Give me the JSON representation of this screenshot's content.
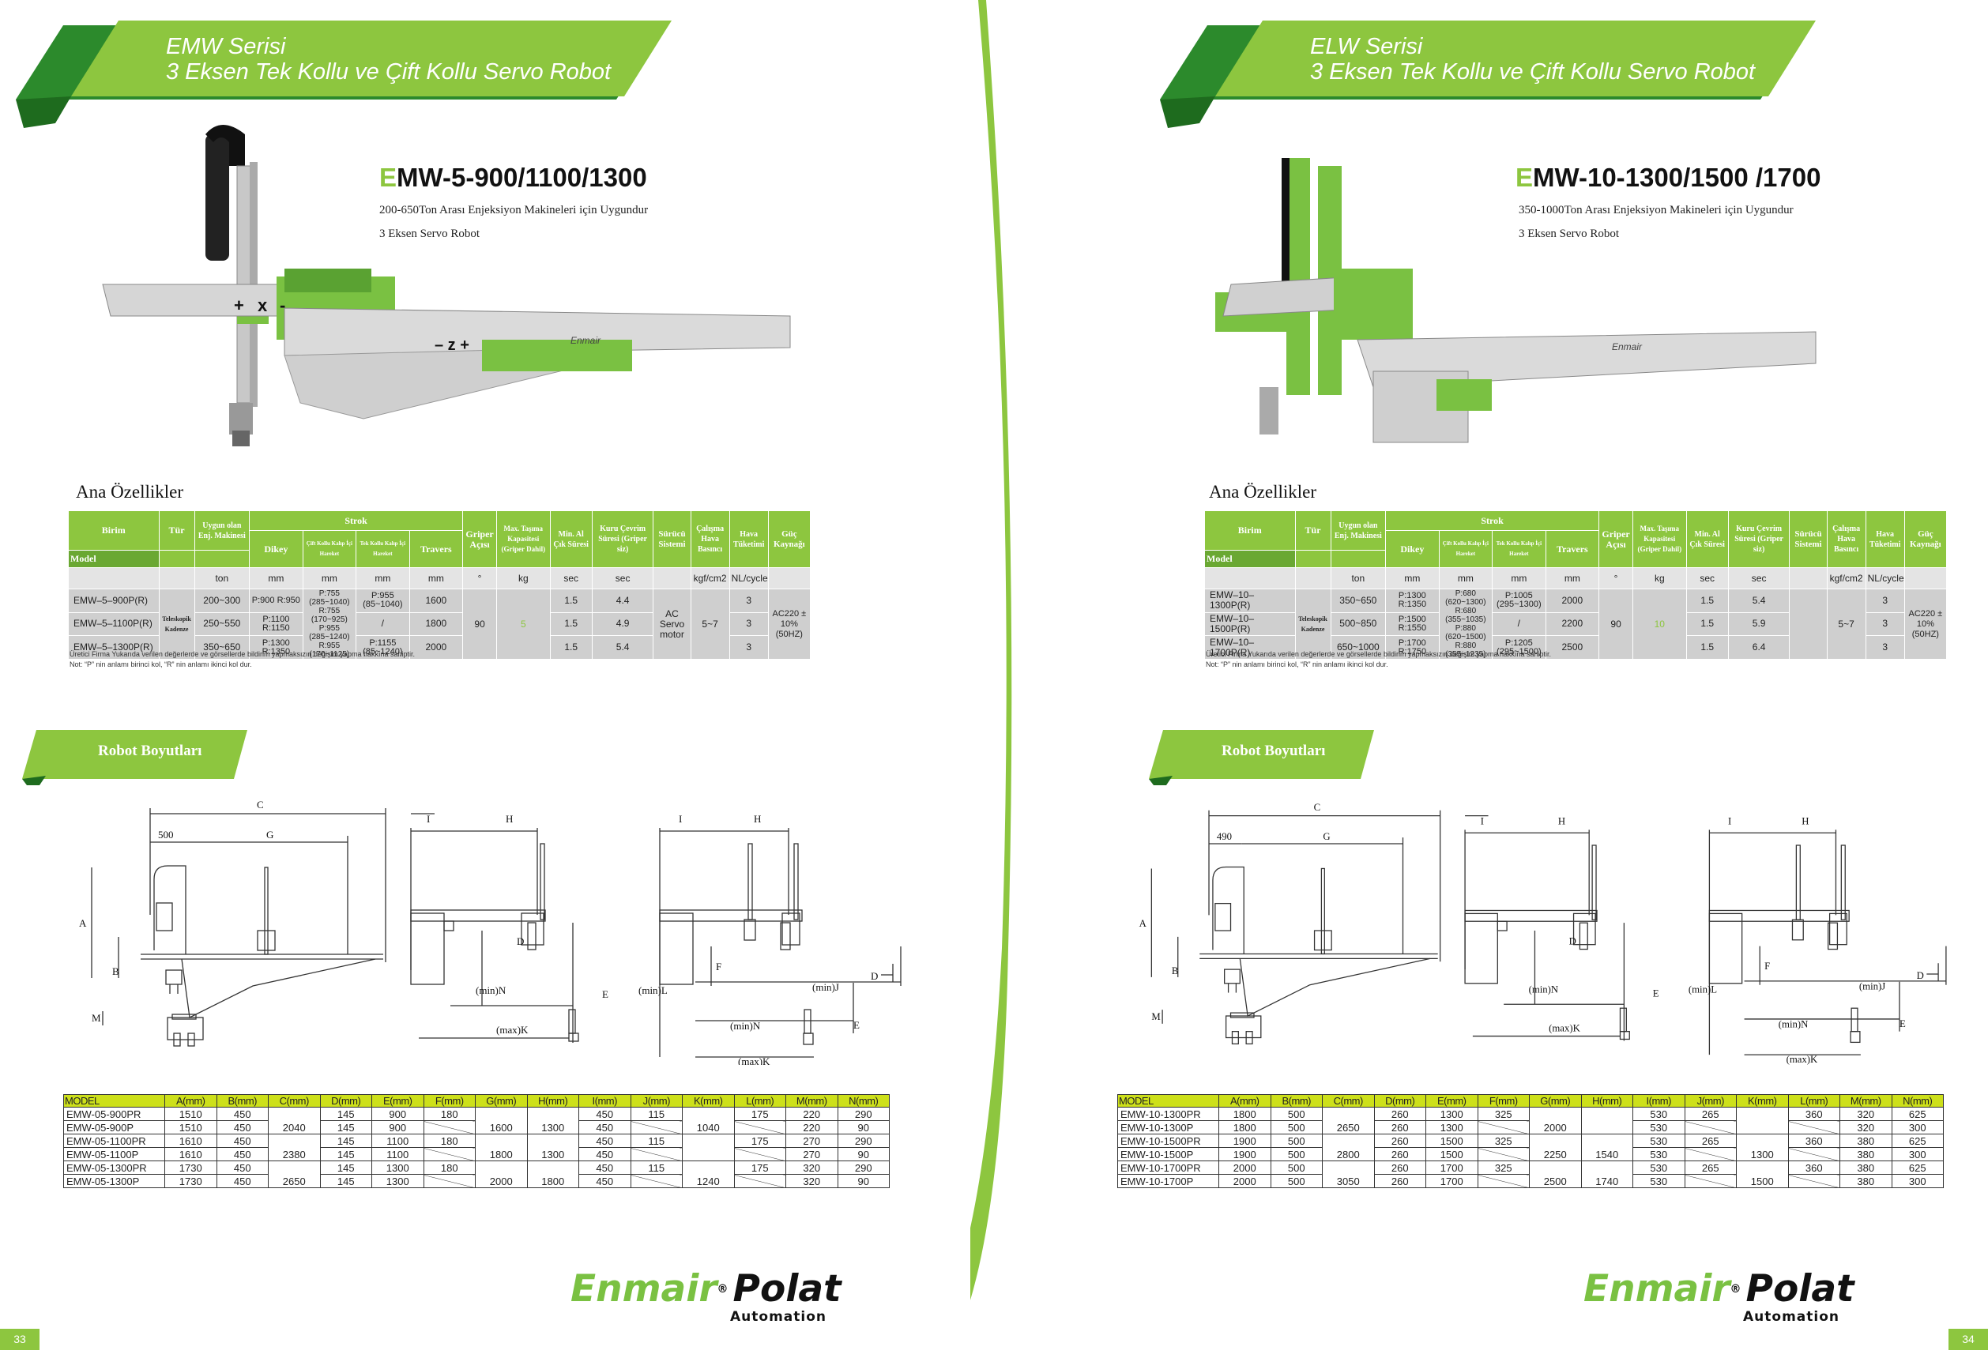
{
  "left": {
    "banner": {
      "series": "EMW  Serisi",
      "title": "3 Eksen Tek Kollu ve Çift Kollu Servo Robot"
    },
    "model_title_first": "E",
    "model_title_rest": "MW-5-900/1100/1300",
    "desc1": "200-650Ton Arası Enjeksiyon Makineleri için Uygundur",
    "desc2": "3 Eksen Servo Robot",
    "axis_labels": {
      "plus": "+",
      "x": "x",
      "minus": "-",
      "z_label": "– z +",
      "brand": "Enmair"
    },
    "ana": "Ana Özellikler",
    "robot_boyutlari": "Robot Boyutları",
    "page_number": "33"
  },
  "right": {
    "banner": {
      "series": "ELW  Serisi",
      "title": "3 Eksen Tek Kollu ve Çift Kollu Servo Robot"
    },
    "model_title_first": "E",
    "model_title_rest": "MW-10-1300/1500 /1700",
    "desc1": "350-1000Ton Arası Enjeksiyon Makineleri için Uygundur",
    "desc2": "3 Eksen Servo Robot",
    "brand": "Enmair",
    "ana": "Ana Özellikler",
    "robot_boyutlari": "Robot Boyutları",
    "page_number": "34"
  },
  "spec_headers": {
    "birim": "Birim",
    "model": "Model",
    "tur": "Tür",
    "uygun": "Uygun olan Enj. Makinesi",
    "strok": "Strok",
    "dikey": "Dikey",
    "cift": "Çift Kollu Kalıp İçi Hareket",
    "tek": "Tek Kollu Kalıp İçi Hareket",
    "travers": "Travers",
    "griper": "Griper Açısı",
    "max": "Max. Taşıma Kapasitesi (Griper Dahil)",
    "min": "Min. Al Çık Süresi",
    "kuru": "Kuru Çevrim Süresi (Griper siz)",
    "surucu": "Sürücü Sistemi",
    "calisma": "Çalışma Hava Basıncı",
    "hava": "Hava Tüketimi",
    "guc": "Güç Kaynağı"
  },
  "spec_units": [
    "ton",
    "mm",
    "mm",
    "mm",
    "mm",
    "°",
    "kg",
    "sec",
    "sec",
    "",
    "kgf/cm2",
    "NL/cycle",
    ""
  ],
  "spec_left": {
    "tur": "Teleskopik Kadenze",
    "griper": "90",
    "max": "5",
    "surucu": "AC Servo motor",
    "calisma": "5~7",
    "guc": "AC220 ± 10% (50HZ)",
    "rows": [
      {
        "model": "EMW–5–900P(R)",
        "uygun": "200~300",
        "dikey": "P:900 R:950",
        "cift": "P:755 (285~1040) R:755 (170~925)",
        "tek": "P:955 (85~1040)",
        "travers": "1600",
        "min": "1.5",
        "kuru": "4.4",
        "hava": "3"
      },
      {
        "model": "EMW–5–1100P(R)",
        "uygun": "250~550",
        "dikey": "P:1100 R:1150",
        "cift": "P:955 (285~1240) R:955 (170~1125)",
        "tek": "/",
        "travers": "1800",
        "min": "1.5",
        "kuru": "4.9",
        "hava": "3"
      },
      {
        "model": "EMW–5–1300P(R)",
        "uygun": "350~650",
        "dikey": "P:1300 R:1350",
        "cift": "",
        "tek": "P:1155 (85~1240)",
        "travers": "2000",
        "min": "1.5",
        "kuru": "5.4",
        "hava": "3"
      }
    ]
  },
  "spec_right": {
    "tur": "Teleskopik Kadenze",
    "griper": "90",
    "max": "10",
    "surucu": "",
    "calisma": "5~7",
    "guc": "AC220 ± 10% (50HZ)",
    "rows": [
      {
        "model": "EMW–10–1300P(R)",
        "uygun": "350~650",
        "dikey": "P:1300 R:1350",
        "cift": "P:680 (620~1300) R:680 (355~1035)",
        "tek": "P:1005 (295~1300)",
        "travers": "2000",
        "min": "1.5",
        "kuru": "5.4",
        "hava": "3"
      },
      {
        "model": "EMW–10–1500P(R)",
        "uygun": "500~850",
        "dikey": "P:1500 R:1550",
        "cift": "P:880 (620~1500) R:880 (355~1235)",
        "tek": "/",
        "travers": "2200",
        "min": "1.5",
        "kuru": "5.9",
        "hava": "3"
      },
      {
        "model": "EMW–10–1700P(R)",
        "uygun": "650~1000",
        "dikey": "P:1700 R:1750",
        "cift": "",
        "tek": "P:1205 (295~1500)",
        "travers": "2500",
        "min": "1.5",
        "kuru": "6.4",
        "hava": "3"
      }
    ]
  },
  "notes": {
    "line1": "Üretici Firma Yukarıda verilen değerlerde ve görsellerde bildirim yapmaksızın değişim yapma hakkına sahiptir.",
    "line2": "Not: “P” nin anlamı birinci kol, “R” nin anlamı ikinci kol dur."
  },
  "drawing_labels_left": {
    "C": "C",
    "G": "G",
    "w500": "500",
    "A": "A",
    "B": "B",
    "M": "M",
    "I": "I",
    "H": "H",
    "D": "D",
    "E": "E",
    "F": "F",
    "minN": "(min)N",
    "maxK": "(max)K",
    "minL": "(min)L",
    "minJ": "(min)J",
    "I2": "I",
    "H2": "H",
    "D2": "D",
    "E2": "E",
    "minN2": "(min)N",
    "maxK2": "(max)K"
  },
  "drawing_labels_right": {
    "C": "C",
    "G": "G",
    "w490": "490",
    "A": "A",
    "B": "B",
    "M": "M",
    "I": "I",
    "H": "H",
    "D": "D",
    "E": "E",
    "F": "F",
    "minN": "(min)N",
    "maxK": "(max)K",
    "minL": "(min)L",
    "minJ": "(min)J",
    "I2": "I",
    "H2": "H",
    "D2": "D",
    "E2": "E",
    "minN2": "(min)N",
    "maxK2": "(max)K"
  },
  "dim_headers": [
    "MODEL",
    "A(mm)",
    "B(mm)",
    "C(mm)",
    "D(mm)",
    "E(mm)",
    "F(mm)",
    "G(mm)",
    "H(mm)",
    "I(mm)",
    "J(mm)",
    "K(mm)",
    "L(mm)",
    "M(mm)",
    "N(mm)"
  ],
  "dim_left": {
    "m": [
      "EMW-05-900PR",
      "EMW-05-900P",
      "EMW-05-1100PR",
      "EMW-05-1100P",
      "EMW-05-1300PR",
      "EMW-05-1300P"
    ],
    "a": [
      "1510",
      "1510",
      "1610",
      "1610",
      "1730",
      "1730"
    ],
    "b": [
      "450",
      "450",
      "450",
      "450",
      "450",
      "450"
    ],
    "c": [
      "2040",
      "2380",
      "2650"
    ],
    "d": [
      "145",
      "145",
      "145",
      "145",
      "145",
      "145"
    ],
    "e": [
      "900",
      "900",
      "1100",
      "1100",
      "1300",
      "1300"
    ],
    "f": [
      "180",
      "180",
      "180"
    ],
    "g": [
      "1600",
      "1800",
      "2000"
    ],
    "h": [
      "1300",
      "1300",
      "1800"
    ],
    "i": [
      "450",
      "450",
      "450",
      "450",
      "450",
      "450"
    ],
    "j": [
      "115",
      "115",
      "115"
    ],
    "k": [
      "1040",
      "1240"
    ],
    "l": [
      "175",
      "175",
      "175"
    ],
    "mm": [
      "220",
      "220",
      "270",
      "270",
      "320",
      "320"
    ],
    "n": [
      "290",
      "90",
      "290",
      "90",
      "290",
      "90"
    ]
  },
  "dim_right": {
    "m": [
      "EMW-10-1300PR",
      "EMW-10-1300P",
      "EMW-10-1500PR",
      "EMW-10-1500P",
      "EMW-10-1700PR",
      "EMW-10-1700P"
    ],
    "a": [
      "1800",
      "1800",
      "1900",
      "1900",
      "2000",
      "2000"
    ],
    "b": [
      "500",
      "500",
      "500",
      "500",
      "500",
      "500"
    ],
    "c": [
      "2650",
      "2800",
      "3050"
    ],
    "d": [
      "260",
      "260",
      "260",
      "260",
      "260",
      "260"
    ],
    "e": [
      "1300",
      "1300",
      "1500",
      "1500",
      "1700",
      "1700"
    ],
    "f": [
      "325",
      "325",
      "325"
    ],
    "g": [
      "2000",
      "2250",
      "2500"
    ],
    "h": [
      "1540",
      "1740"
    ],
    "i": [
      "530",
      "530",
      "530",
      "530",
      "530",
      "530"
    ],
    "j": [
      "265",
      "265",
      "265"
    ],
    "k": [
      "1300",
      "1500"
    ],
    "l": [
      "360",
      "360",
      "360"
    ],
    "mm": [
      "320",
      "320",
      "380",
      "380",
      "380",
      "380"
    ],
    "n": [
      "625",
      "300",
      "625",
      "300",
      "625",
      "300"
    ]
  },
  "logo": {
    "a": "Enmair",
    "b": "Polat",
    "reg": "®",
    "sub": "Automation"
  },
  "colors": {
    "green": "#8dc63f",
    "lime_header": "#cde01a",
    "dark_green": "#2c8a2c"
  }
}
